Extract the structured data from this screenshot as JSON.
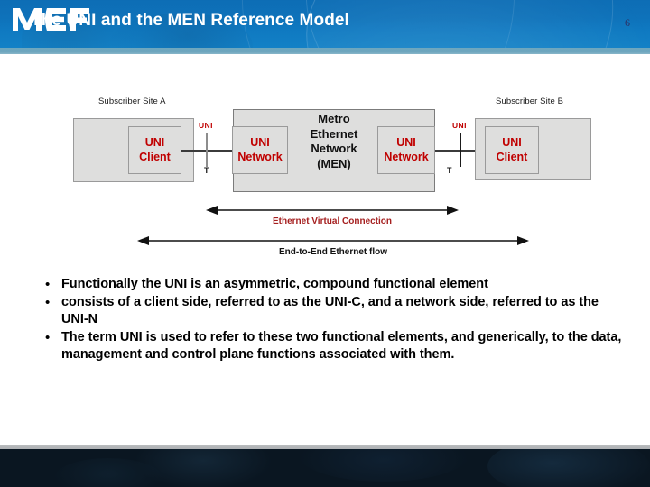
{
  "slide": {
    "title": "The UNI and the MEN Reference Model",
    "page_number": "6",
    "brand_logo": "MEF",
    "colors": {
      "header_blue": "#0f79c1",
      "header_rule_teal": "#6ba4bd",
      "accent_red": "#c00000",
      "caption_red": "#a51f1f",
      "box_fill": "#dededd",
      "box_border": "#9a9a9a",
      "footer_navy": "#0a1621",
      "page_number_color": "#2d2f63"
    }
  },
  "diagram": {
    "site_a_label": "Subscriber Site A",
    "site_b_label": "Subscriber Site B",
    "uni_client_left": {
      "line1": "UNI",
      "line2": "Client"
    },
    "uni_client_right": {
      "line1": "UNI",
      "line2": "Client"
    },
    "uni_network_left": {
      "line1": "UNI",
      "line2": "Network"
    },
    "uni_network_right": {
      "line1": "UNI",
      "line2": "Network"
    },
    "men_box": {
      "line1": "Metro",
      "line2": "Ethernet",
      "line3": "Network",
      "line4": "(MEN)"
    },
    "interface_left": {
      "uni_tag": "UNI",
      "t_tag": "T"
    },
    "interface_right": {
      "uni_tag": "UNI",
      "t_tag": "T"
    },
    "arrows": [
      {
        "caption": "Ethernet Virtual Connection",
        "color": "#a51f1f"
      },
      {
        "caption": "End-to-End Ethernet flow",
        "color": "#121212"
      }
    ]
  },
  "bullets": [
    {
      "marker": "•",
      "text": "Functionally the UNI is an asymmetric, compound functional element"
    },
    {
      "marker": "•",
      "text": "consists of a client side, referred to as the UNI-C, and a network side, referred to as the UNI-N"
    },
    {
      "marker": "•",
      "text": "The term UNI is used to refer to these two functional elements, and generically, to the data, management and control plane functions associated with them."
    }
  ]
}
